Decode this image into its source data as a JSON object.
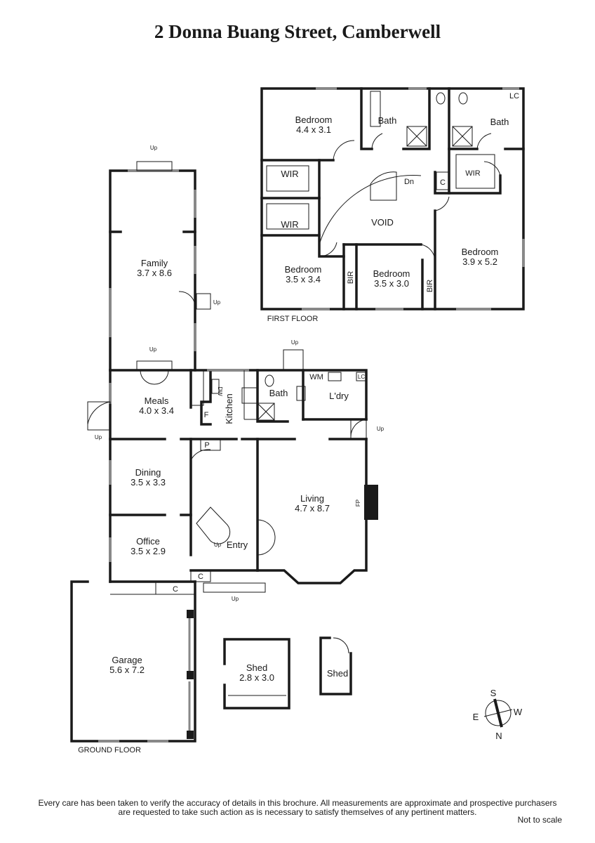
{
  "title": "2 Donna Buang Street, Camberwell",
  "first_floor": {
    "label": "FIRST FLOOR",
    "rooms": [
      {
        "name": "Bedroom",
        "size": "4.4 x 3.1"
      },
      {
        "name": "Bath"
      },
      {
        "name": "Bath"
      },
      {
        "name": "WIR"
      },
      {
        "name": "WIR"
      },
      {
        "name": "WIR"
      },
      {
        "name": "VOID"
      },
      {
        "name": "Bedroom",
        "size": "3.5 x 3.4"
      },
      {
        "name": "Bedroom",
        "size": "3.5 x 3.0"
      },
      {
        "name": "Bedroom",
        "size": "3.9 x 5.2"
      },
      {
        "name": "BIR"
      },
      {
        "name": "BIR"
      },
      {
        "name": "C"
      },
      {
        "name": "LC"
      },
      {
        "name": "Dn"
      }
    ]
  },
  "ground_floor": {
    "label": "GROUND FLOOR",
    "rooms": [
      {
        "name": "Family",
        "size": "3.7 x 8.6"
      },
      {
        "name": "Meals",
        "size": "4.0 x 3.4"
      },
      {
        "name": "Kitchen"
      },
      {
        "name": "Bath"
      },
      {
        "name": "L'dry"
      },
      {
        "name": "Dining",
        "size": "3.5 x 3.3"
      },
      {
        "name": "Office",
        "size": "3.5 x 2.9"
      },
      {
        "name": "Entry"
      },
      {
        "name": "Living",
        "size": "4.7 x 8.7"
      },
      {
        "name": "Garage",
        "size": "5.6 x 7.2"
      },
      {
        "name": "Shed",
        "size": "2.8 x 3.0"
      },
      {
        "name": "Shed"
      }
    ],
    "fixtures": {
      "dw": "DW",
      "f": "F",
      "p": "P",
      "wm": "WM",
      "lc": "LC",
      "fp": "FP",
      "c": "C",
      "up": "Up"
    }
  },
  "compass": {
    "n": "N",
    "s": "S",
    "e": "E",
    "w": "W"
  },
  "disclaimer": {
    "line1": "Every care has been taken to verify the accuracy of details in this brochure.  All measurements are approximate and prospective purchasers",
    "line2": "are requested to take such action as is necessary to satisfy themselves of any pertinent matters.",
    "not_to_scale": "Not to scale"
  }
}
